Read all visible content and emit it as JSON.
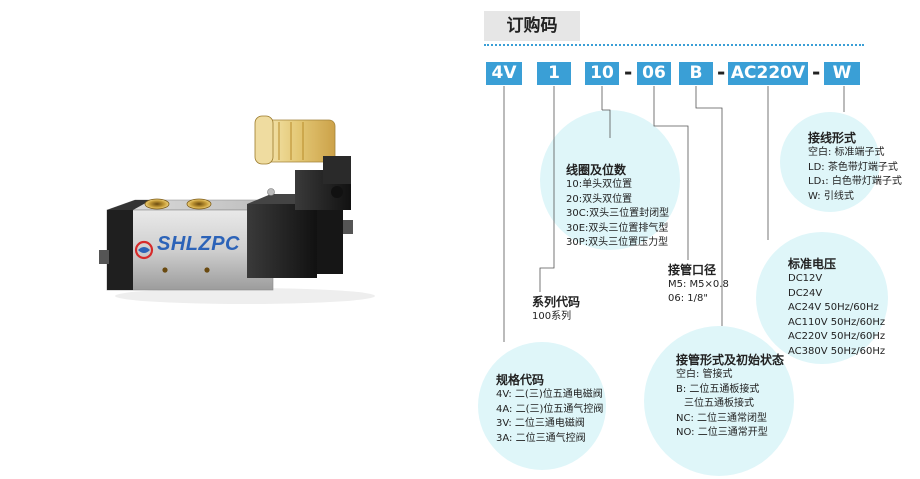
{
  "title": "订购码",
  "brand": "SHLZPC",
  "codes": [
    "4V",
    "1",
    "10",
    "06",
    "B",
    "AC220V",
    "W"
  ],
  "dash": "-",
  "spec": {
    "heading": "规格代码",
    "lines": [
      "4V: 二(三)位五通电磁阀",
      "4A: 二(三)位五通气控阀",
      "3V: 二位三通电磁阀",
      "3A: 二位三通气控阀"
    ]
  },
  "series": {
    "heading": "系列代码",
    "lines": [
      "100系列"
    ]
  },
  "coil": {
    "heading": "线圈及位数",
    "lines": [
      "10:单头双位置",
      "20:双头双位置",
      "30C:双头三位置封闭型",
      "30E:双头三位置排气型",
      "30P:双头三位置压力型"
    ]
  },
  "port": {
    "heading": "接管口径",
    "lines": [
      "M5: M5×0.8",
      "06: 1/8\""
    ]
  },
  "connection": {
    "heading": "接管形式及初始状态",
    "lines": [
      "空白: 管接式",
      "B: 二位五通板接式",
      "三位五通板接式",
      "NC: 二位三通常闭型",
      "NO: 二位三通常开型"
    ]
  },
  "voltage": {
    "heading": "标准电压",
    "lines": [
      "DC12V",
      "DC24V",
      "AC24V  50Hz/60Hz",
      "AC110V  50Hz/60Hz",
      "AC220V  50Hz/60Hz",
      "AC380V  50Hz/60Hz"
    ]
  },
  "wiring": {
    "heading": "接线形式",
    "lines": [
      "空白: 标准端子式",
      "LD: 茶色带灯端子式",
      "LD₁: 白色带灯端子式",
      "W: 引线式"
    ]
  },
  "colors": {
    "accent": "#3a9fd6",
    "bubble": "#dff6f9",
    "brand_red": "#d62a2a"
  }
}
